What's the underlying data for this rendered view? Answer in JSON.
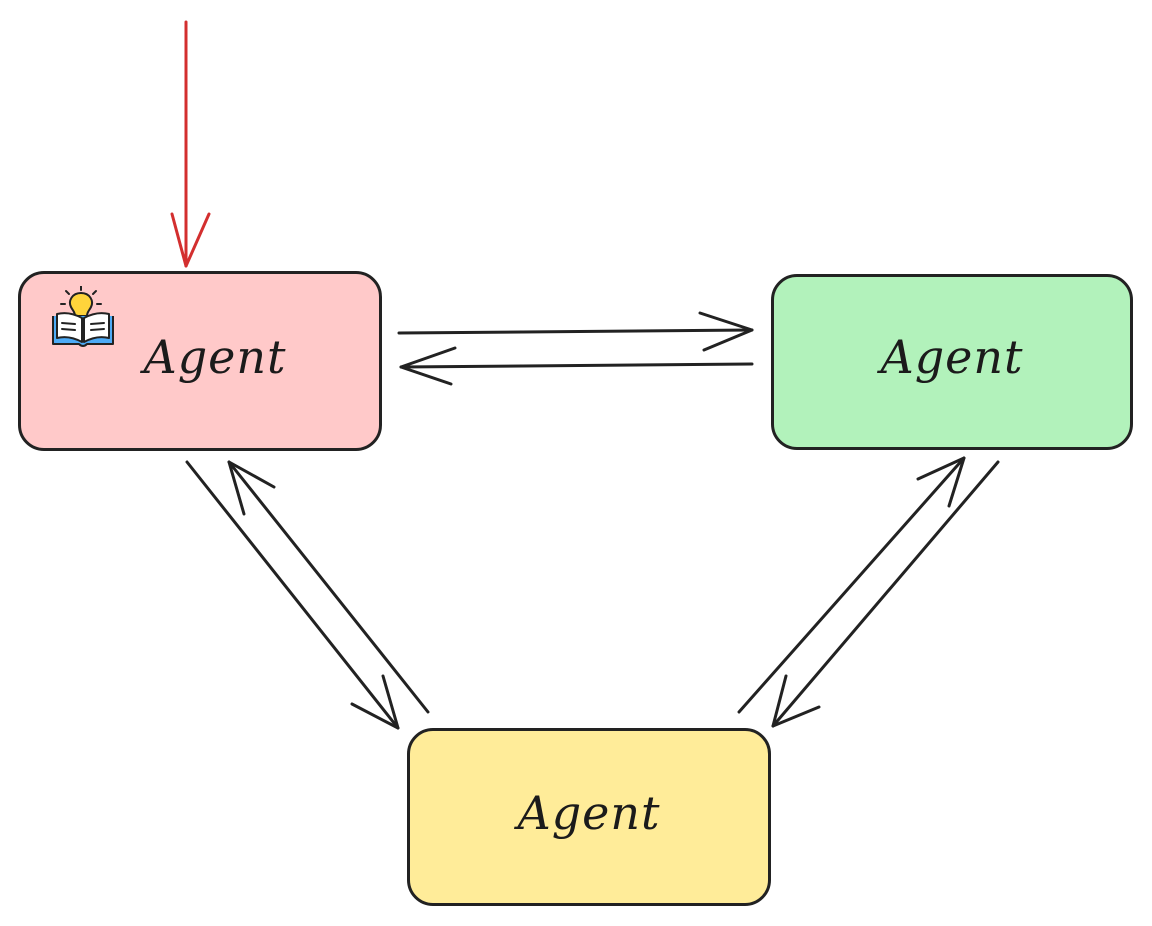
{
  "nodes": [
    {
      "label": "Agent",
      "fill": "#ffc9c9"
    },
    {
      "label": "Agent",
      "fill": "#b2f2bb"
    },
    {
      "label": "Agent",
      "fill": "#ffec99"
    }
  ],
  "colors": {
    "stroke": "#222222",
    "entry_arrow": "#d32f2f",
    "bulb": "#ffd43b",
    "book": "#4dabf7"
  },
  "icons": {
    "knowledge": "book-lightbulb-icon"
  }
}
